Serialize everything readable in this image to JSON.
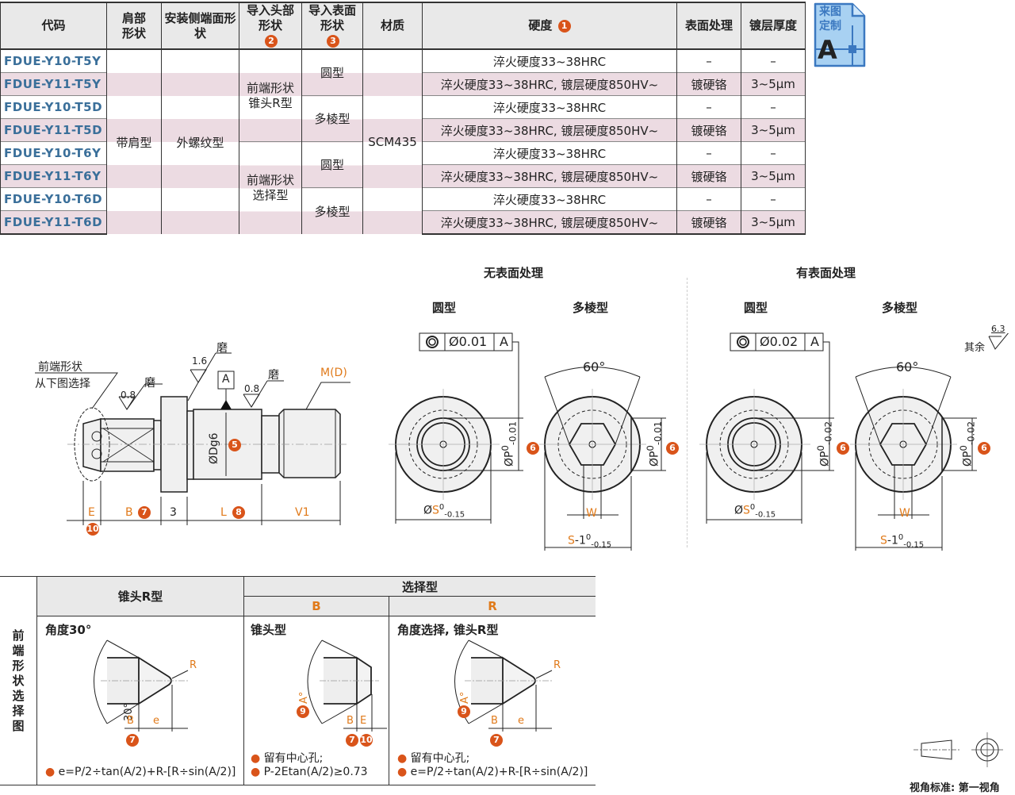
{
  "spec_table": {
    "headers": {
      "code": "代码",
      "shoulder_shape": "肩部形状",
      "mount_end_shape": "安装侧端面形状",
      "lead_head_shape": "导入头部形状",
      "lead_head_badge": "2",
      "lead_surface_shape": "导入表面形状",
      "lead_surface_badge": "3",
      "material": "材质",
      "hardness": "硬度",
      "hardness_badge": "1",
      "surface_treatment": "表面处理",
      "plating_thickness": "镀层厚度"
    },
    "rows": [
      {
        "code": "FDUE-Y10-T5Y",
        "hardness": "淬火硬度33~38HRC",
        "treatment": "–",
        "thickness": "–"
      },
      {
        "code": "FDUE-Y11-T5Y",
        "hardness": "淬火硬度33~38HRC, 镀层硬度850HV~",
        "treatment": "镀硬铬",
        "thickness": "3~5μm"
      },
      {
        "code": "FDUE-Y10-T5D",
        "hardness": "淬火硬度33~38HRC",
        "treatment": "–",
        "thickness": "–"
      },
      {
        "code": "FDUE-Y11-T5D",
        "hardness": "淬火硬度33~38HRC, 镀层硬度850HV~",
        "treatment": "镀硬铬",
        "thickness": "3~5μm"
      },
      {
        "code": "FDUE-Y10-T6Y",
        "hardness": "淬火硬度33~38HRC",
        "treatment": "–",
        "thickness": "–"
      },
      {
        "code": "FDUE-Y11-T6Y",
        "hardness": "淬火硬度33~38HRC, 镀层硬度850HV~",
        "treatment": "镀硬铬",
        "thickness": "3~5μm"
      },
      {
        "code": "FDUE-Y10-T6D",
        "hardness": "淬火硬度33~38HRC",
        "treatment": "–",
        "thickness": "–"
      },
      {
        "code": "FDUE-Y11-T6D",
        "hardness": "淬火硬度33~38HRC, 镀层硬度850HV~",
        "treatment": "镀硬铬",
        "thickness": "3~5μm"
      }
    ],
    "merged": {
      "shoulder_shape": "带肩型",
      "mount_end_shape": "外螺纹型",
      "lead_head_a": "前端形状锥头R型",
      "lead_head_b": "前端形状选择型",
      "surface_round": "圆型",
      "surface_poly": "多棱型",
      "material": "SCM435"
    }
  },
  "custom_badge": {
    "line1": "来图",
    "line2": "定制",
    "letter": "A"
  },
  "side_view": {
    "front_shape_note_1": "前端形状",
    "front_shape_note_2": "从下图选择",
    "grind": "磨",
    "rough_08": "0.8",
    "rough_16": "1.6",
    "datum": "A",
    "thread": "M(D)",
    "diameter": "ØDg6",
    "diameter_badge": "5",
    "dim_E": "E",
    "dim_E_badge": "10",
    "dim_B": "B",
    "dim_B_badge": "7",
    "dim_3": "3",
    "dim_L": "L",
    "dim_L_badge": "8",
    "dim_V1": "V1"
  },
  "end_views": {
    "no_treatment_title": "无表面处理",
    "with_treatment_title": "有表面处理",
    "round_label": "圆型",
    "poly_label": "多棱型",
    "tol_no": "Ø0.01",
    "tol_with": "Ø0.02",
    "datum": "A",
    "angle": "60°",
    "P_upper": "0",
    "P_lower_no": "-0.01",
    "P_lower_with": "-0.02",
    "P_badge": "6",
    "S_upper": "0",
    "S_lower": "-0.15",
    "W": "W",
    "remainder_label": "其余",
    "remainder_rough": "6.3"
  },
  "front_table": {
    "side_label": "前端形状选择图",
    "col_cone_r": "锥头R型",
    "col_select": "选择型",
    "sub_B": "B",
    "sub_R": "R",
    "cell1_title": "角度30°",
    "cell1_angle": "30°",
    "cell1_note": "e=P/2÷tan(A/2)+R-[R÷sin(A/2)]",
    "cell2_title": "锥头型",
    "cell2_note1": "留有中心孔;",
    "cell2_note2": "P-2Etan(A/2)≥0.73",
    "cell3_title": "角度选择, 锥头R型",
    "cell3_note1": "留有中心孔;",
    "cell3_note2": "e=P/2÷tan(A/2)+R-[R÷sin(A/2)]",
    "label_R": "R",
    "label_B": "B",
    "label_e": "e",
    "label_E": "E",
    "label_A": "A°",
    "badge7": "7",
    "badge9": "9",
    "badge10": "10"
  },
  "projection": {
    "label": "视角标准: 第一视角"
  },
  "colors": {
    "code_blue": "#3a6f9a",
    "stripe": "#ecdbe2",
    "badge": "#d9541a",
    "orange": "#e07a1a",
    "header_bg": "#e9e9e9"
  }
}
